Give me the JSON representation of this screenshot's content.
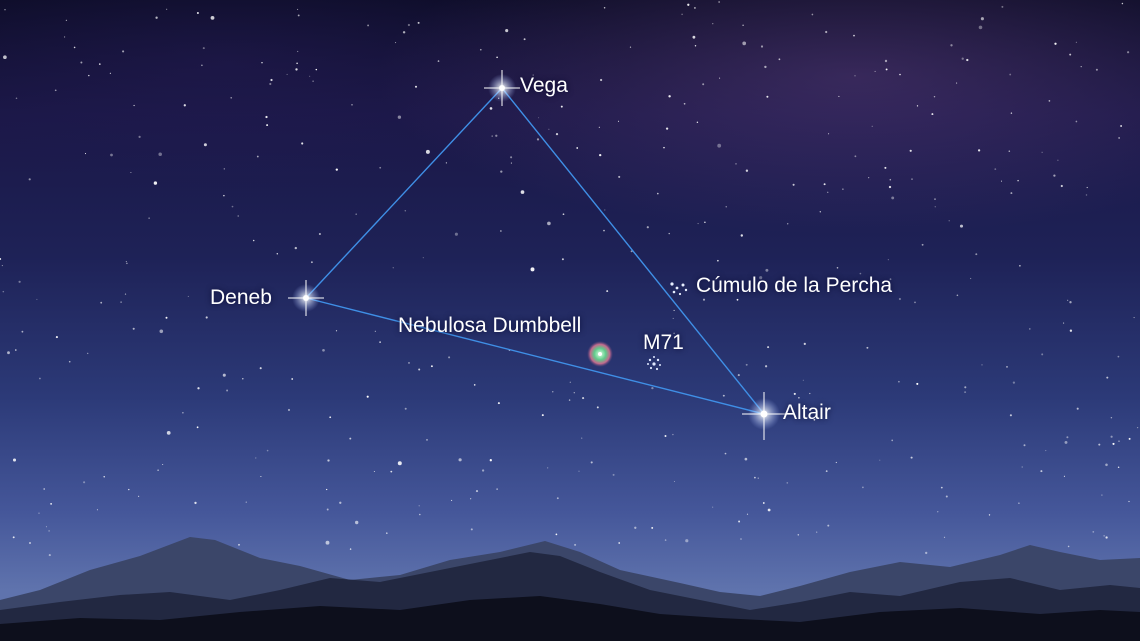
{
  "labels": {
    "vega": "Vega",
    "deneb": "Deneb",
    "altair": "Altair",
    "cumulo": "Cúmulo de la Percha",
    "dumbbell": "Nebulosa Dumbbell",
    "m71": "M71"
  },
  "colors": {
    "triangle_line": "#3f8fe6",
    "sky_top": "#0c0c26",
    "sky_horizon": "#5f73ad",
    "mountains_far": "#3a4568",
    "mountains_near": "#0d0f1c"
  }
}
